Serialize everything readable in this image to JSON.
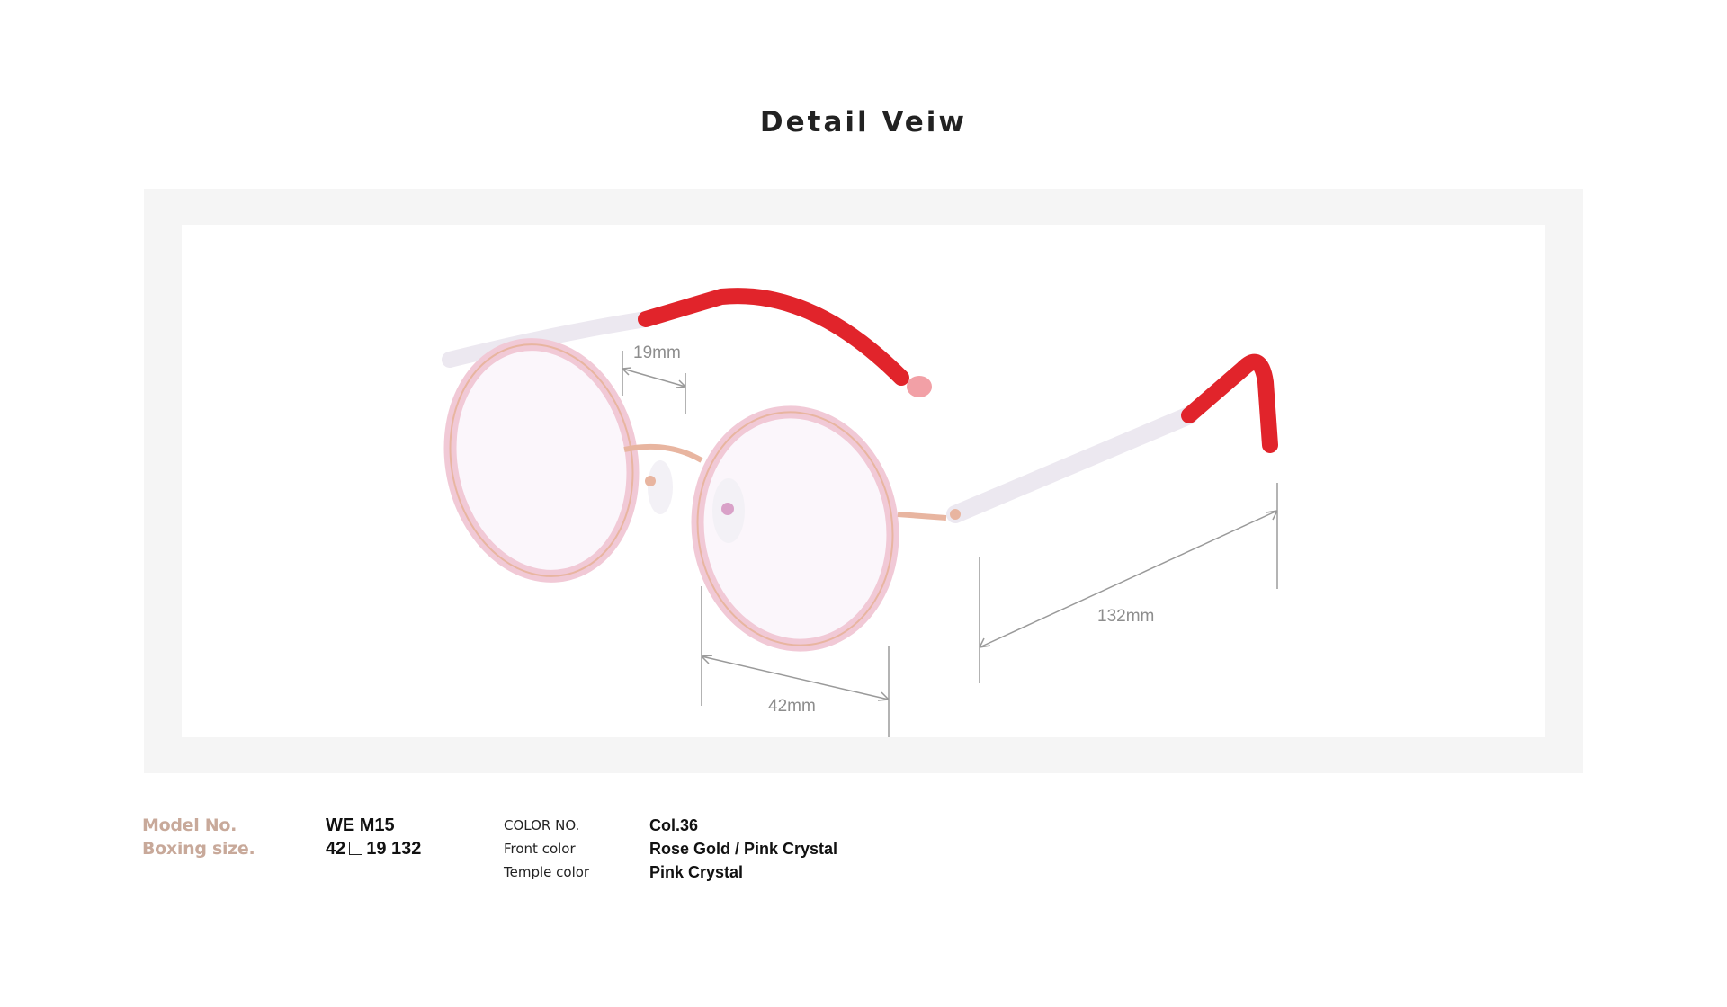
{
  "page": {
    "title": "Detail Veiw"
  },
  "measurements": {
    "bridge": "19mm",
    "lens": "42mm",
    "temple": "132mm"
  },
  "specs": {
    "model_label": "Model No.",
    "boxing_label": "Boxing size.",
    "model_value": "WE M15",
    "boxing_lens": "42",
    "boxing_icon": "square-icon",
    "boxing_rest": "19 132",
    "color_no_label": "COLOR NO.",
    "front_color_label": "Front color",
    "temple_color_label": "Temple color",
    "color_no_value": "Col.36",
    "front_color_value": "Rose Gold / Pink Crystal",
    "temple_color_value": "Pink Crystal"
  },
  "colors": {
    "accent_label": "#c8a99a",
    "frame_rim": "#f1c9d6",
    "rose_gold": "#e8b5a0",
    "temple_tip": "#e1242b",
    "outer_background": "#f5f5f5"
  }
}
